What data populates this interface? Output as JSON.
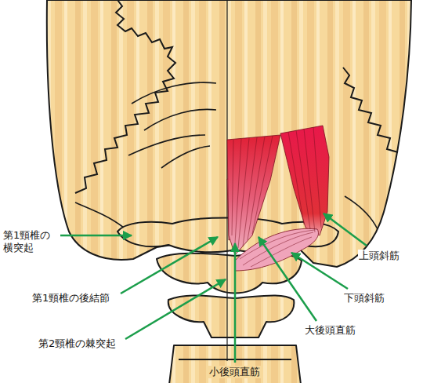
{
  "diagram": {
    "labels": [
      "第1頸椎の 横突起",
      "上頭斜筋",
      "第1頸椎の後結節",
      "下頭斜筋",
      "大後頭直筋",
      "第2頸椎の棘突起",
      "小後頭直筋"
    ]
  }
}
